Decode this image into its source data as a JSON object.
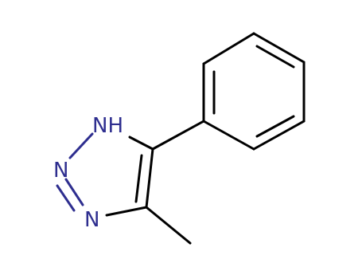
{
  "molecule": {
    "atoms": {
      "nh": "NH",
      "n2": "N",
      "n3": "N"
    },
    "colors": {
      "bond": "#000000",
      "nitrogen": "#2e2e8f",
      "background": "#ffffff"
    }
  }
}
